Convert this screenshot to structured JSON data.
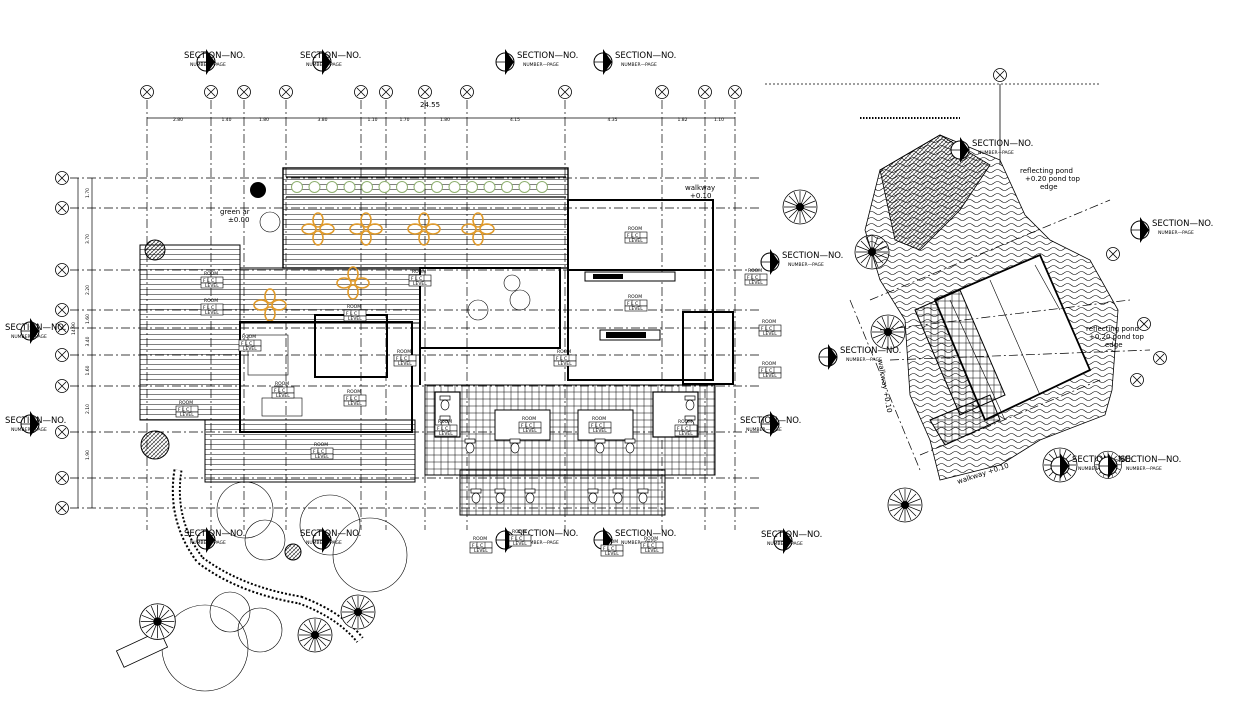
{
  "labels": {
    "section": "SECTION—NO.",
    "number_page": "NUMBER—PAGE",
    "room": "ROOM",
    "level": "LEVEL",
    "box": "F  L  C",
    "green_area": "green ar",
    "green_level": "±0.00",
    "walkway_top": "walkway",
    "walkway_top_level": "+0.10",
    "reflecting_pond_top_1": "reflecting pond",
    "reflecting_pond_top_2": "+0.20 pond top",
    "reflecting_pond_top_3": "edge",
    "reflecting_pond_right_1": "reflecting pond",
    "reflecting_pond_right_2": "+0.20 pond top",
    "reflecting_pond_right_3": "edge",
    "walkway_left": "walkway +0.10",
    "walkway_bottom": "walkway +0.10"
  },
  "dimensions": {
    "top_total": "24.55",
    "top": [
      "2.80",
      "1.40",
      "1.80",
      "3.80",
      "1.10",
      "1.70",
      "1.80",
      "4.15",
      "4.35",
      "1.82",
      "1.10"
    ],
    "left": [
      "1.70",
      "3.70",
      "2.20",
      "1.60",
      "3.40",
      "1.60",
      "2.10",
      "1.90"
    ],
    "left_total": "14.90"
  },
  "colors": {
    "line": "#000000",
    "furniture_accent": "#e09a2a",
    "background": "#ffffff"
  }
}
